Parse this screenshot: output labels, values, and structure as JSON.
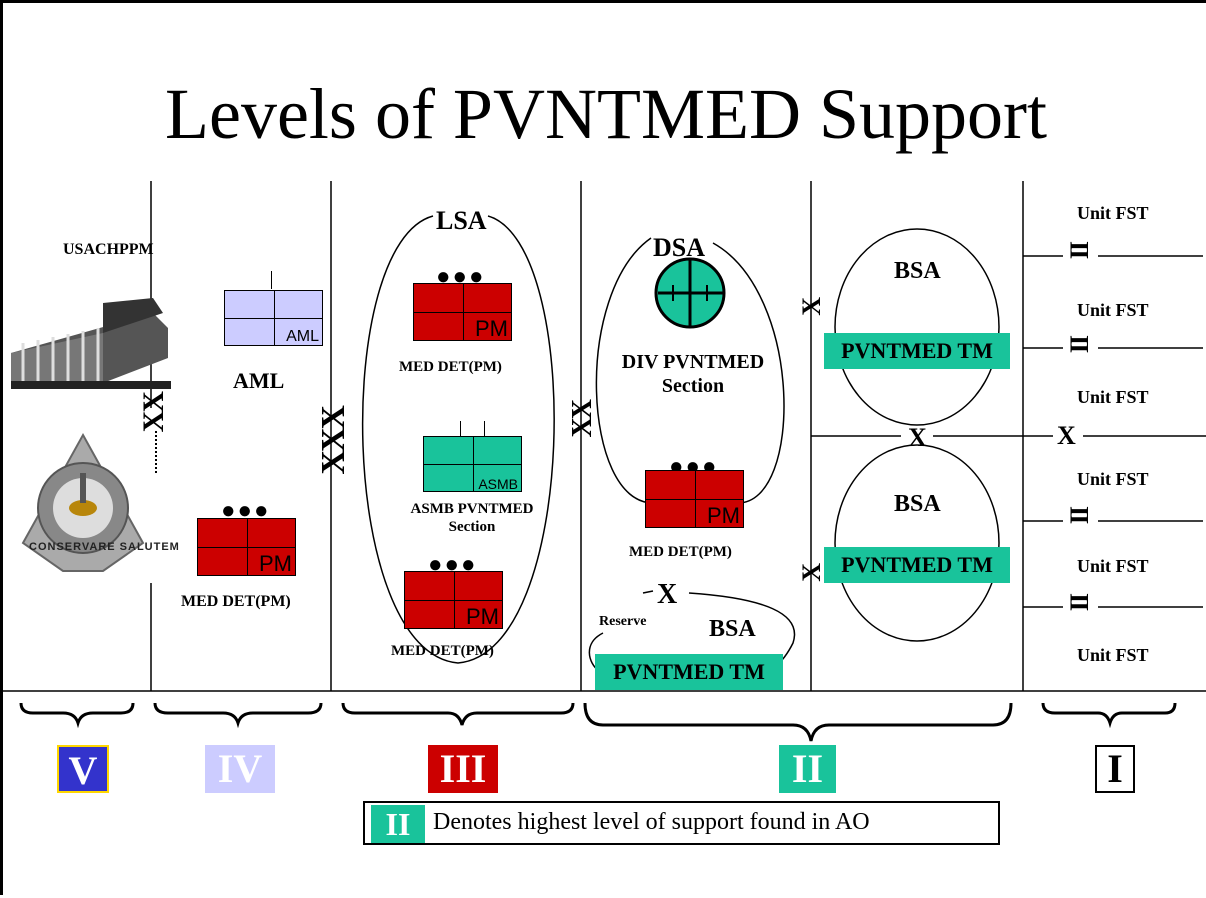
{
  "title": "Levels of PVNTMED Support",
  "level_v": {
    "usachppm_label": "USACHPPM",
    "crest_text": "CONSERVARE SALUTEM",
    "echelon": "XX"
  },
  "level_iv": {
    "aml_tag": "AML",
    "aml_label": "AML",
    "pm_tag": "PM",
    "med_det_label": "MED DET(PM)",
    "echelon": "XXX"
  },
  "level_iii": {
    "lsa_label": "LSA",
    "pm_tag_1": "PM",
    "med_det_label_1": "MED DET(PM)",
    "asmb_tag": "ASMB",
    "asmb_label": "ASMB PVNTMED Section",
    "pm_tag_2": "PM",
    "med_det_label_2": "MED DET(PM)",
    "echelon": "XX"
  },
  "level_ii": {
    "dsa_label": "DSA",
    "div_label": "DIV PVNTMED Section",
    "pm_tag": "PM",
    "med_det_label": "MED DET(PM)",
    "reserve_x": "X",
    "reserve_label": "Reserve",
    "reserve_bsa": "BSA",
    "reserve_tm": "PVNTMED TM",
    "bsa_top_label": "BSA",
    "bsa_top_tm": "PVNTMED TM",
    "bsa_bottom_label": "BSA",
    "bsa_bottom_tm": "PVNTMED TM",
    "echelon_top": "X",
    "echelon_bottom": "X",
    "boundary_x1": "X",
    "boundary_x2": "X"
  },
  "level_i": {
    "unit_fst": [
      "Unit FST",
      "Unit FST",
      "Unit FST",
      "Unit FST",
      "Unit FST",
      "Unit FST"
    ],
    "echelon": "II"
  },
  "levels": {
    "v": {
      "label": "V",
      "color": "#3333cc"
    },
    "iv": {
      "label": "IV",
      "color": "#ccccff"
    },
    "iii": {
      "label": "III",
      "color": "#cc0000"
    },
    "ii": {
      "label": "II",
      "color": "#19c39b"
    },
    "i": {
      "label": "I"
    }
  },
  "legend": {
    "badge": "II",
    "text": "Denotes highest level of support found in AO"
  },
  "colors": {
    "pm_red": "#cc0000",
    "aml_lavender": "#ccccff",
    "asmb_teal": "#19c39b",
    "dsa_teal": "#19c39b"
  },
  "icons": {
    "crosshair": "crosshair-icon",
    "building": "building-icon",
    "crest": "crest-icon"
  }
}
